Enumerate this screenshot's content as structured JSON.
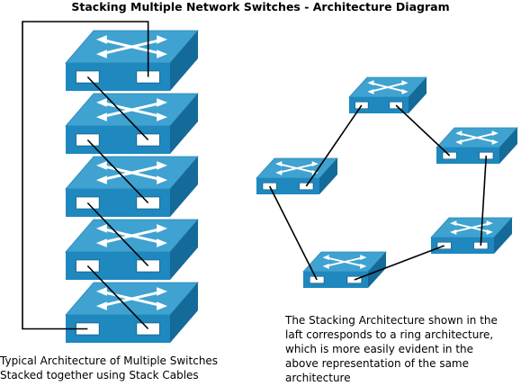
{
  "title": "Stacking Multiple Network Switches - Architecture Diagram",
  "left_caption": {
    "line1": "Typical Architecture of Multiple Switches",
    "line2": "Stacked together using Stack Cables"
  },
  "right_caption": {
    "line1": "The Stacking Architecture shown in the",
    "line2": "laft corresponds to a ring architecture,",
    "line3": "which is more easily evident in the",
    "line4": "above representation of the same",
    "line5": "architecture"
  },
  "colors": {
    "switch_top": "#3fa2d0",
    "switch_front": "#1e88bf",
    "switch_side": "#146a98",
    "port": "#ffffff",
    "cable": "#000000"
  },
  "icons": {
    "switch": "network-switch-icon",
    "arrows": "bidirectional-arrows-icon"
  }
}
